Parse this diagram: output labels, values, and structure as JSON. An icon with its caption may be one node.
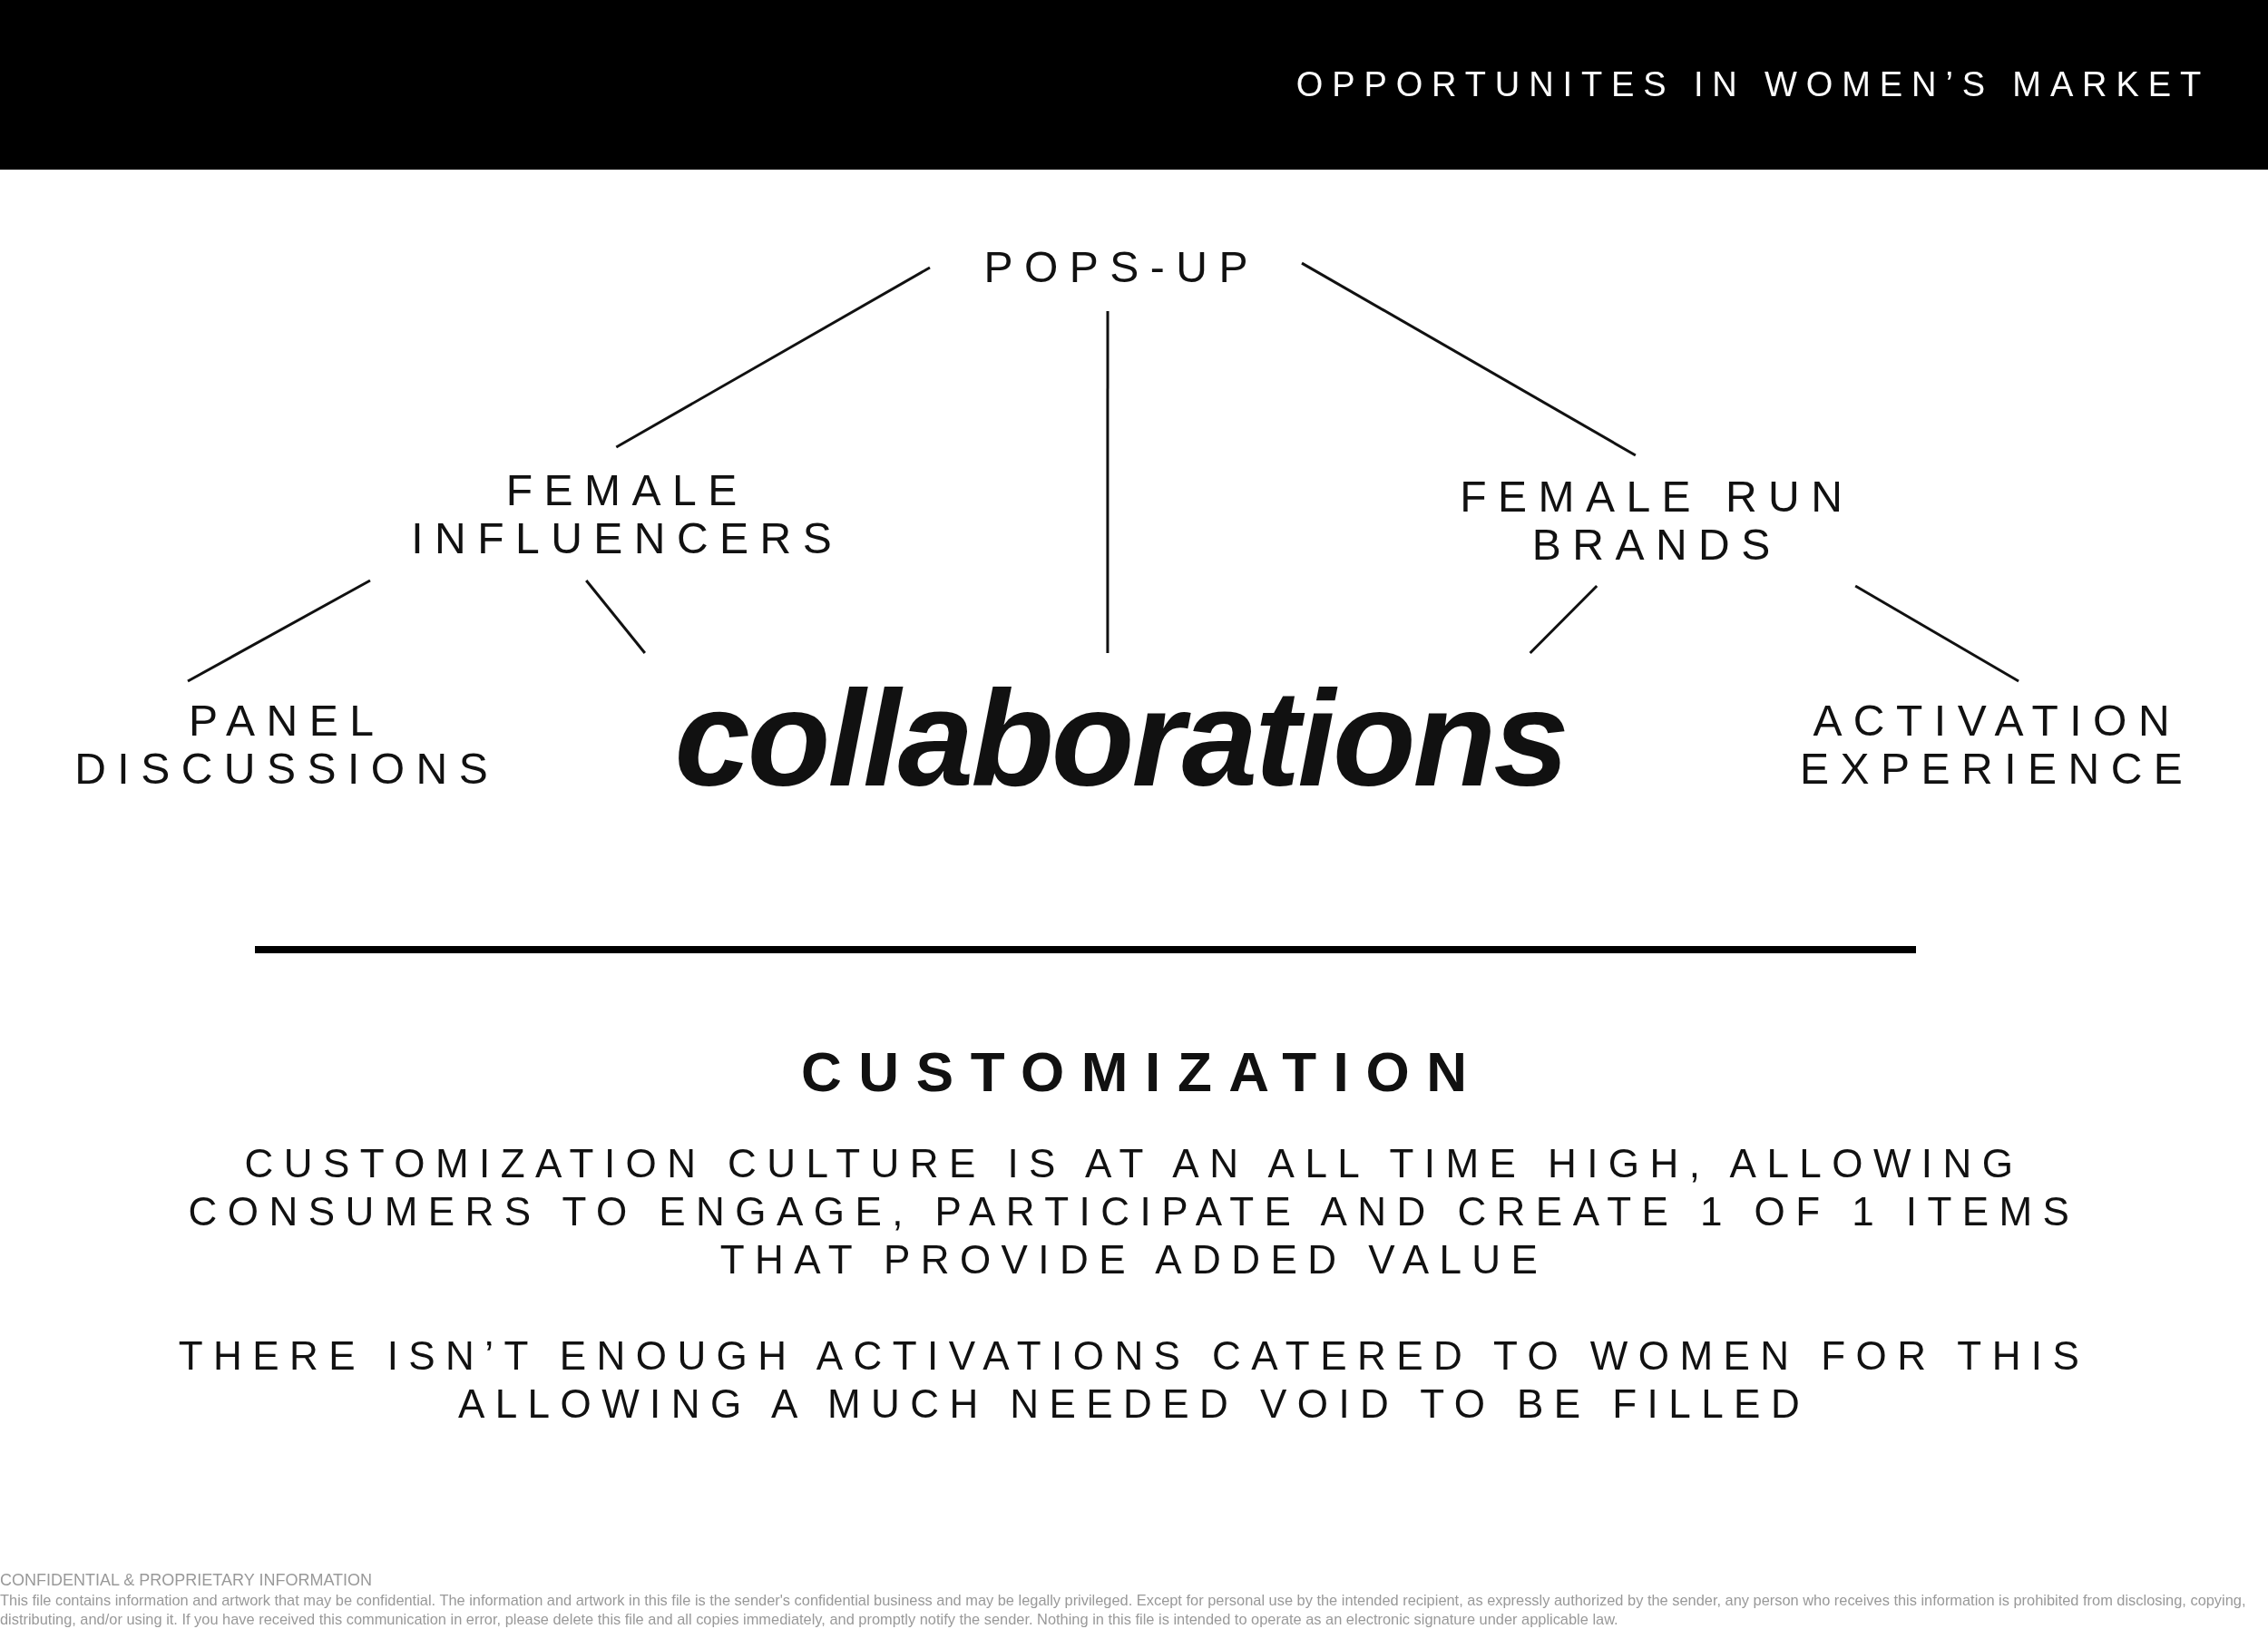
{
  "diagram": {
    "title": "OPPORTUNITES IN WOMEN’S MARKET",
    "nodes": [
      {
        "text": [
          "POPS-UP"
        ]
      },
      {
        "text": [
          "FEMALE INFLUENCERS"
        ]
      },
      {
        "text": [
          "FEMALE RUN BRANDS"
        ]
      },
      {
        "text": [
          "PANEL DISCUSSIONS"
        ]
      },
      {
        "text": [
          "collaborations"
        ]
      },
      {
        "text": [
          "ACTIVATION EXPERIENCE"
        ]
      }
    ],
    "edges": [
      {
        "from": 0,
        "to": 1,
        "arrow": "none"
      },
      {
        "from": 0,
        "to": 4,
        "arrow": "none"
      },
      {
        "from": 0,
        "to": 2,
        "arrow": "none"
      },
      {
        "from": 1,
        "to": 3,
        "arrow": "none"
      },
      {
        "from": 1,
        "to": 4,
        "arrow": "none"
      },
      {
        "from": 2,
        "to": 4,
        "arrow": "none"
      },
      {
        "from": 2,
        "to": 5,
        "arrow": "none"
      }
    ],
    "labels": [
      "CUSTOMIZATION",
      "CUSTOMIZATION CULTURE IS AT AN ALL TIME HIGH, ALLOWING CONSUMERS TO ENGAGE, PARTICIPATE AND CREATE 1 OF 1 ITEMS THAT PROVIDE ADDED VALUE",
      "THERE ISN’T ENOUGH ACTIVATIONS CATERED TO WOMEN FOR THIS ALLOWING A MUCH NEEDED VOID TO BE FILLED",
      "CONFIDENTIAL & PROPRIETARY INFORMATION",
      "This file contains information and artwork that may be confidential. The information and artwork in this file is the sender's confidential business and may be legally privileged. Except for personal use by the intended recipient, as expressly authorized by the sender, any person who receives this information is prohibited from disclosing, copying, distributing, and/or using it. If you have received this communication in error, please delete this file and all copies immediately, and promptly notify the sender. Nothing in this file is intended to operate as an electronic signature under applicable law."
    ]
  }
}
